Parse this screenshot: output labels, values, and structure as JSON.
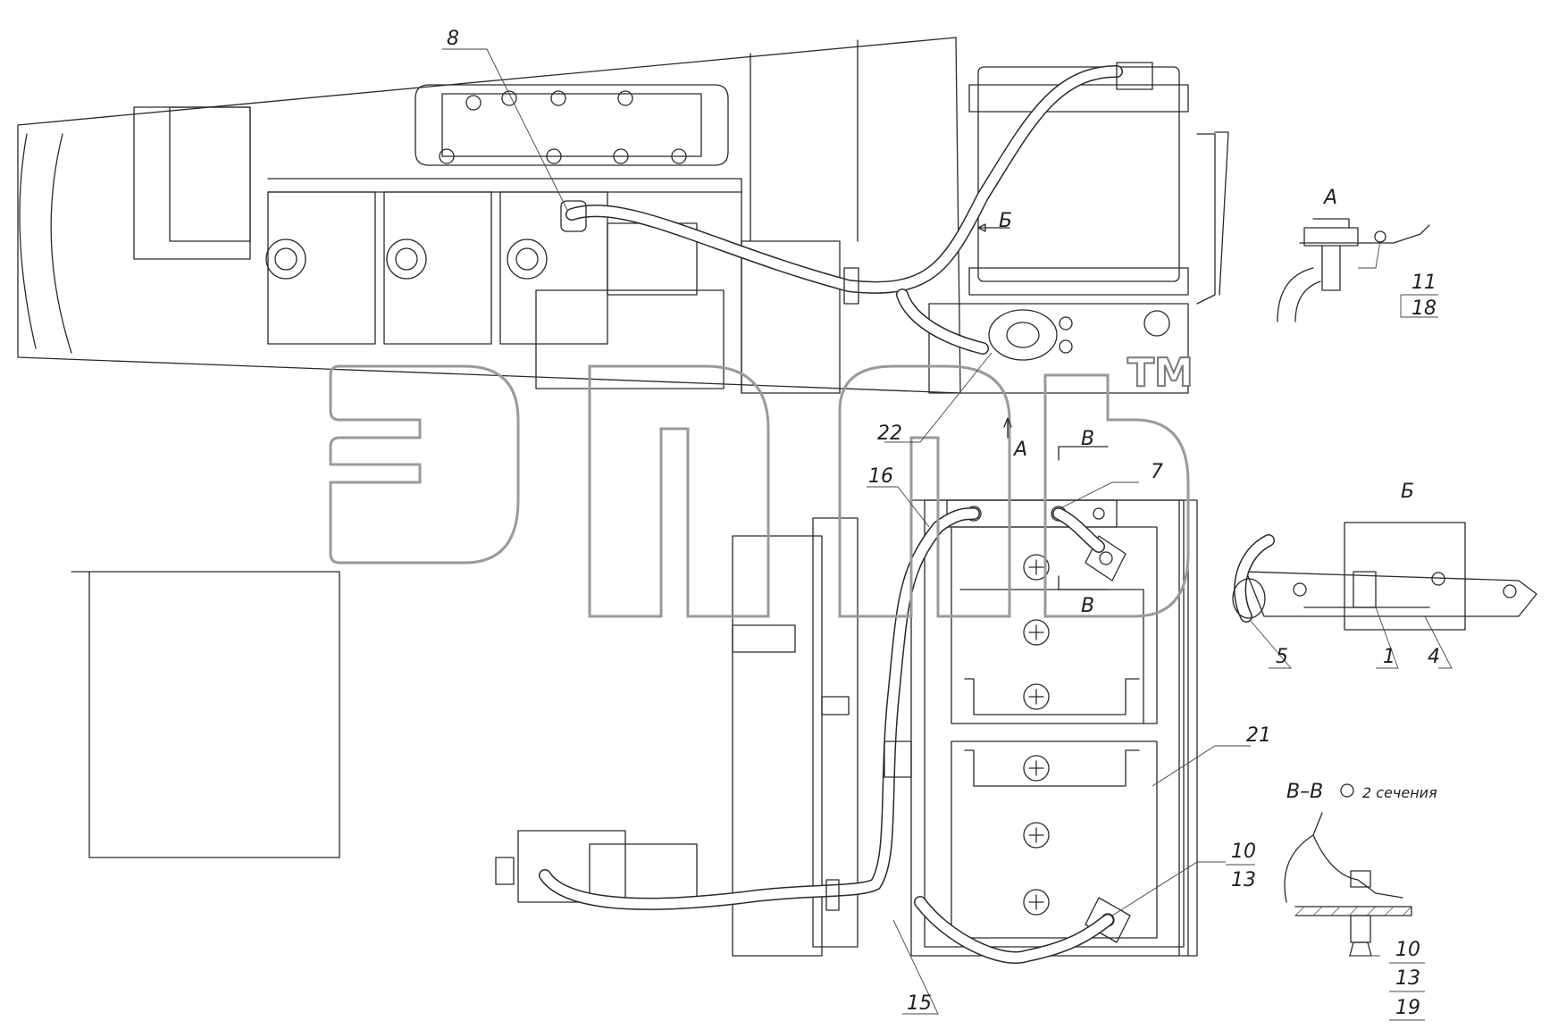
{
  "watermark": {
    "tm": "TM"
  },
  "callouts": {
    "c1": "1",
    "c4": "4",
    "c5": "5",
    "c7": "7",
    "c8": "8",
    "c10": "10",
    "c10b": "10",
    "c11": "11",
    "c13": "13",
    "c13b": "13",
    "c15": "15",
    "c16": "16",
    "c18": "18",
    "c19": "19",
    "c21": "21",
    "c22": "22"
  },
  "views": {
    "view_a": "А",
    "view_b": "Б",
    "arrow_a": "А",
    "arrow_b": "Б",
    "section_v_top": "В",
    "section_v_bottom": "В",
    "section_vv": "В–В",
    "sections_note": "2 сечения"
  },
  "colors": {
    "line": "#2a2a2a",
    "watermark": "#9a9a9a"
  }
}
